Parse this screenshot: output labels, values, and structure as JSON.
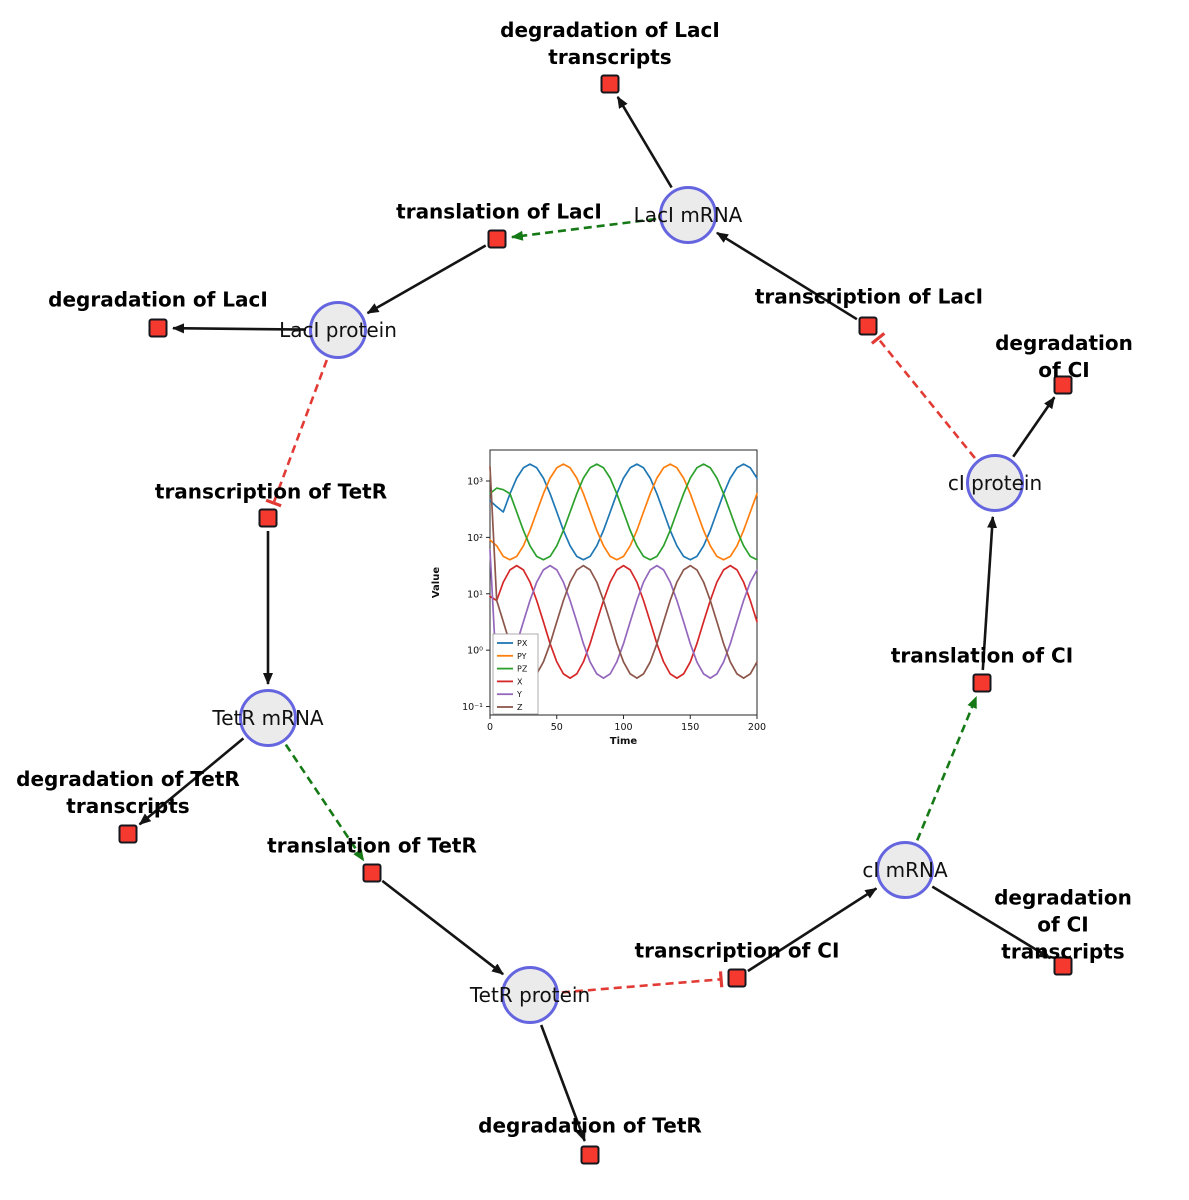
{
  "diagram": {
    "species": [
      {
        "id": "LacI_mRNA",
        "label": "LacI mRNA"
      },
      {
        "id": "LacI_protein",
        "label": "LacI protein"
      },
      {
        "id": "cI_protein",
        "label": "cI protein"
      },
      {
        "id": "TetR_mRNA",
        "label": "TetR mRNA"
      },
      {
        "id": "cI_mRNA",
        "label": "cI mRNA"
      },
      {
        "id": "TetR_protein",
        "label": "TetR protein"
      }
    ],
    "reactions": [
      {
        "id": "deg_LacI_tx",
        "label": "degradation of LacI\ntranscripts"
      },
      {
        "id": "transl_LacI",
        "label": "translation of LacI"
      },
      {
        "id": "deg_LacI",
        "label": "degradation of LacI"
      },
      {
        "id": "txn_LacI",
        "label": "transcription of LacI"
      },
      {
        "id": "deg_CI",
        "label": "degradation of CI"
      },
      {
        "id": "txn_TetR",
        "label": "transcription of TetR"
      },
      {
        "id": "transl_CI",
        "label": "translation of CI"
      },
      {
        "id": "deg_TetR_tx",
        "label": "degradation of TetR\ntranscripts"
      },
      {
        "id": "transl_TetR",
        "label": "translation of TetR"
      },
      {
        "id": "txn_CI",
        "label": "transcription of CI"
      },
      {
        "id": "deg_CI_tx",
        "label": "degradation of CI\ntranscripts"
      },
      {
        "id": "deg_TetR",
        "label": "degradation of TetR"
      }
    ],
    "edges": [
      {
        "from": "LacI_mRNA",
        "to": "deg_LacI_tx",
        "type": "reactant"
      },
      {
        "from": "transl_LacI",
        "to": "LacI_protein",
        "type": "product"
      },
      {
        "from": "txn_LacI",
        "to": "LacI_mRNA",
        "type": "product"
      },
      {
        "from": "LacI_protein",
        "to": "deg_LacI",
        "type": "reactant"
      },
      {
        "from": "cI_protein",
        "to": "deg_CI",
        "type": "reactant"
      },
      {
        "from": "txn_TetR",
        "to": "TetR_mRNA",
        "type": "product"
      },
      {
        "from": "TetR_mRNA",
        "to": "deg_TetR_tx",
        "type": "reactant"
      },
      {
        "from": "transl_TetR",
        "to": "TetR_protein",
        "type": "product"
      },
      {
        "from": "TetR_protein",
        "to": "deg_TetR",
        "type": "reactant"
      },
      {
        "from": "txn_CI",
        "to": "cI_mRNA",
        "type": "product"
      },
      {
        "from": "cI_mRNA",
        "to": "deg_CI_tx",
        "type": "reactant"
      },
      {
        "from": "transl_CI",
        "to": "cI_protein",
        "type": "product"
      },
      {
        "from": "LacI_mRNA",
        "to": "transl_LacI",
        "type": "modifier"
      },
      {
        "from": "TetR_mRNA",
        "to": "transl_TetR",
        "type": "modifier"
      },
      {
        "from": "cI_mRNA",
        "to": "transl_CI",
        "type": "modifier"
      },
      {
        "from": "LacI_protein",
        "to": "txn_TetR",
        "type": "inhibition"
      },
      {
        "from": "cI_protein",
        "to": "txn_LacI",
        "type": "inhibition"
      },
      {
        "from": "TetR_protein",
        "to": "txn_CI",
        "type": "inhibition"
      }
    ],
    "colors": {
      "species_fill": "#ebebeb",
      "species_border": "#6565e0",
      "reaction_fill": "#f6392f",
      "reaction_border": "#16161d",
      "mass_edge": "#141414",
      "modifier_edge": "#157a15",
      "inhibition_edge": "#e23b35"
    }
  },
  "chart_data": {
    "type": "line",
    "yscale": "log",
    "xlabel": "Time",
    "ylabel": "Value",
    "xlim": [
      0,
      200
    ],
    "ylim": [
      0.07,
      3500
    ],
    "legend_position": "lower-left",
    "xticks": [
      {
        "label": "0",
        "value": 0
      },
      {
        "label": "50",
        "value": 50
      },
      {
        "label": "100",
        "value": 100
      },
      {
        "label": "150",
        "value": 150
      },
      {
        "label": "200",
        "value": 200
      }
    ],
    "yticks": [
      {
        "label": "10³",
        "value": 1000
      },
      {
        "label": "10²",
        "value": 100
      },
      {
        "label": "10¹",
        "value": 10
      },
      {
        "label": "10⁰",
        "value": 1
      },
      {
        "label": "10⁻¹",
        "value": 0.1
      }
    ],
    "x": [
      0,
      5,
      10,
      15,
      20,
      25,
      30,
      35,
      40,
      45,
      50,
      55,
      60,
      65,
      70,
      75,
      80,
      85,
      90,
      95,
      100,
      105,
      110,
      115,
      120,
      125,
      130,
      135,
      140,
      145,
      150,
      155,
      160,
      165,
      170,
      175,
      180,
      185,
      190,
      195,
      200
    ],
    "series": [
      {
        "name": "PX",
        "color": "#1f77b4",
        "values": [
          450,
          350,
          282,
          596,
          1125,
          1718,
          1995,
          1718,
          1125,
          596,
          282,
          133,
          71,
          46,
          40,
          46,
          71,
          133,
          282,
          596,
          1125,
          1718,
          1995,
          1718,
          1125,
          596,
          282,
          133,
          71,
          46,
          40,
          46,
          71,
          133,
          282,
          596,
          1125,
          1718,
          1995,
          1718,
          1125
        ]
      },
      {
        "name": "PY",
        "color": "#ff7f0e",
        "values": [
          90,
          71,
          46,
          40,
          46,
          71,
          133,
          282,
          596,
          1125,
          1718,
          1995,
          1718,
          1125,
          596,
          282,
          133,
          71,
          46,
          40,
          46,
          71,
          133,
          282,
          596,
          1125,
          1718,
          1995,
          1718,
          1125,
          596,
          282,
          133,
          71,
          46,
          40,
          46,
          71,
          133,
          282,
          596
        ]
      },
      {
        "name": "PZ",
        "color": "#2ca02c",
        "values": [
          600,
          750,
          700,
          596,
          282,
          133,
          71,
          46,
          40,
          46,
          71,
          133,
          282,
          596,
          1125,
          1718,
          1995,
          1718,
          1125,
          596,
          282,
          133,
          71,
          46,
          40,
          46,
          71,
          133,
          282,
          596,
          1125,
          1718,
          1995,
          1718,
          1125,
          596,
          282,
          133,
          71,
          46,
          40
        ]
      },
      {
        "name": "X",
        "color": "#d62728",
        "values": [
          9,
          7.6,
          16.1,
          26.5,
          31.6,
          26.5,
          16.1,
          7.6,
          3.2,
          1.3,
          0.62,
          0.38,
          0.32,
          0.38,
          0.62,
          1.3,
          3.2,
          7.6,
          16.1,
          26.5,
          31.6,
          26.5,
          16.1,
          7.6,
          3.2,
          1.3,
          0.62,
          0.38,
          0.32,
          0.38,
          0.62,
          1.3,
          3.2,
          7.6,
          16.1,
          26.5,
          31.6,
          26.5,
          16.1,
          7.6,
          3.2
        ]
      },
      {
        "name": "Y",
        "color": "#9467bd",
        "values": [
          60,
          0.32,
          0.38,
          0.62,
          1.3,
          3.2,
          7.6,
          16.1,
          26.5,
          31.6,
          26.5,
          16.1,
          7.6,
          3.2,
          1.3,
          0.62,
          0.38,
          0.32,
          0.38,
          0.62,
          1.3,
          3.2,
          7.6,
          16.1,
          26.5,
          31.6,
          26.5,
          16.1,
          7.6,
          3.2,
          1.3,
          0.62,
          0.38,
          0.32,
          0.38,
          0.62,
          1.3,
          3.2,
          7.6,
          16.1,
          26.5
        ]
      },
      {
        "name": "Z",
        "color": "#8c564b",
        "values": [
          1800,
          7.6,
          3.2,
          1.3,
          0.62,
          0.38,
          0.32,
          0.38,
          0.62,
          1.3,
          3.2,
          7.6,
          16.1,
          26.5,
          31.6,
          26.5,
          16.1,
          7.6,
          3.2,
          1.3,
          0.62,
          0.38,
          0.32,
          0.38,
          0.62,
          1.3,
          3.2,
          7.6,
          16.1,
          26.5,
          31.6,
          26.5,
          16.1,
          7.6,
          3.2,
          1.3,
          0.62,
          0.38,
          0.32,
          0.38,
          0.62
        ]
      }
    ]
  }
}
